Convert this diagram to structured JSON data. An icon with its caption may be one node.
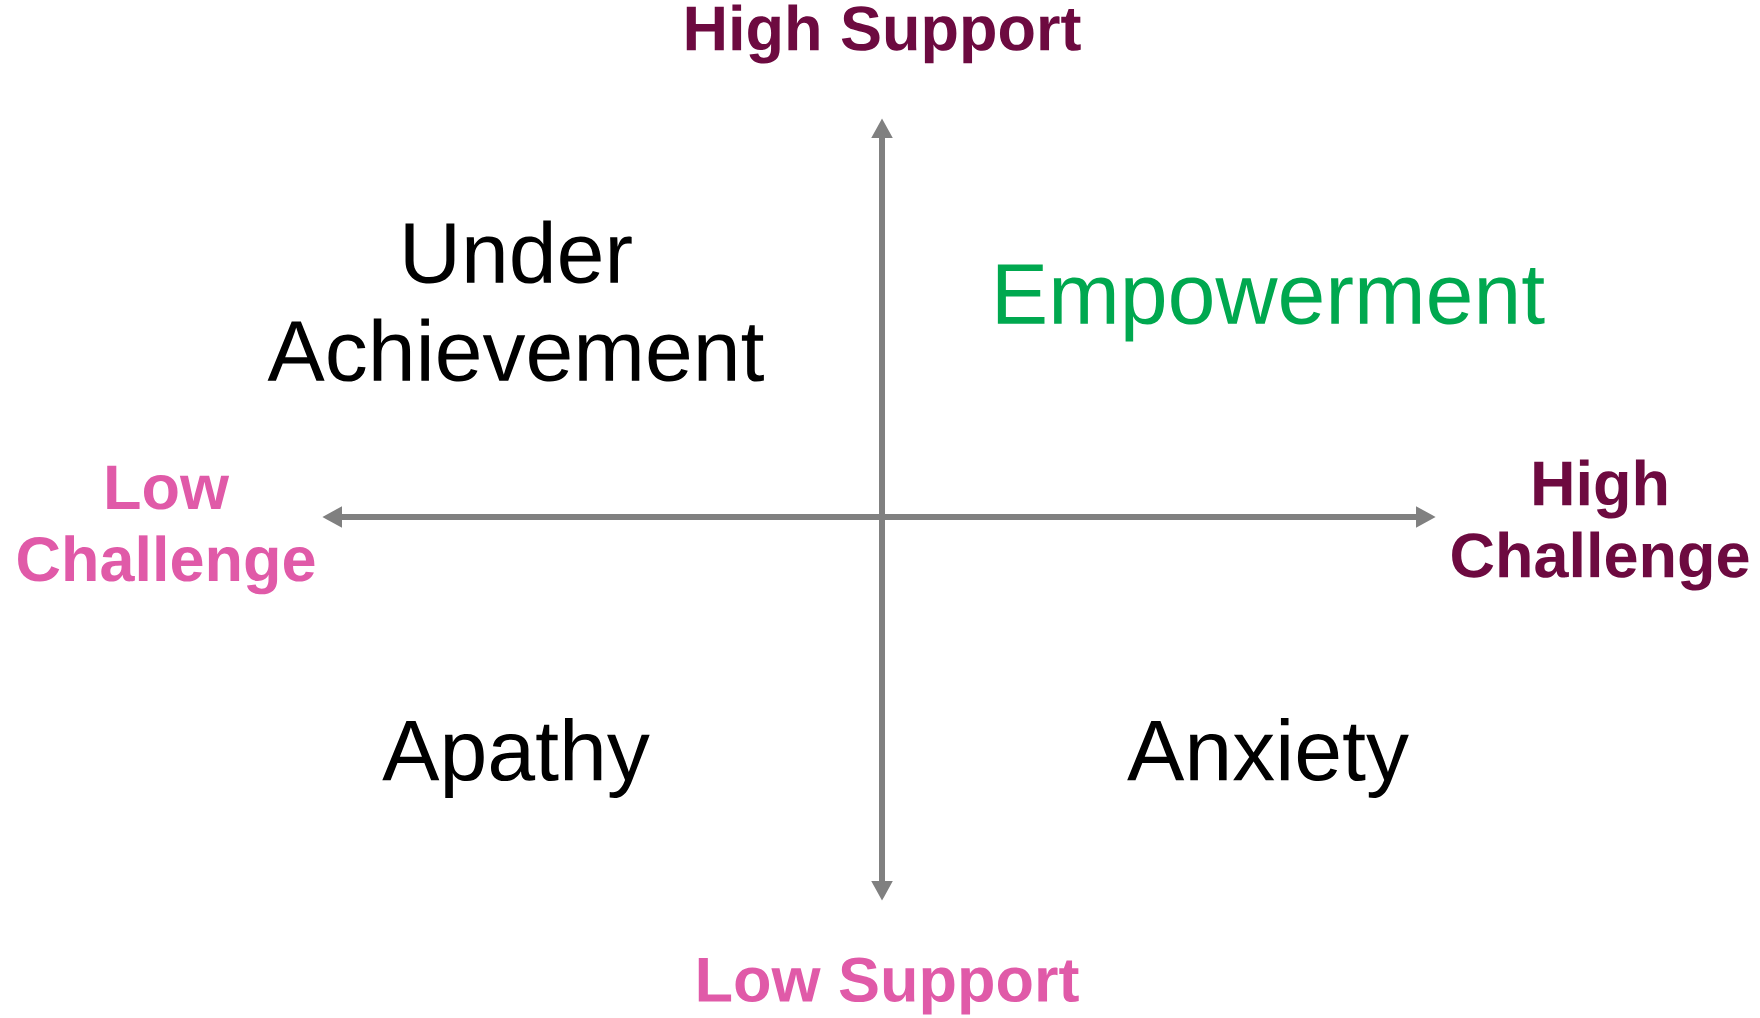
{
  "diagram": {
    "labels": [
      "High Support",
      "Under Achievement",
      "Empowerment",
      "Low Challenge",
      "High Challenge",
      "Apathy",
      "Anxiety",
      "Low Support"
    ]
  }
}
